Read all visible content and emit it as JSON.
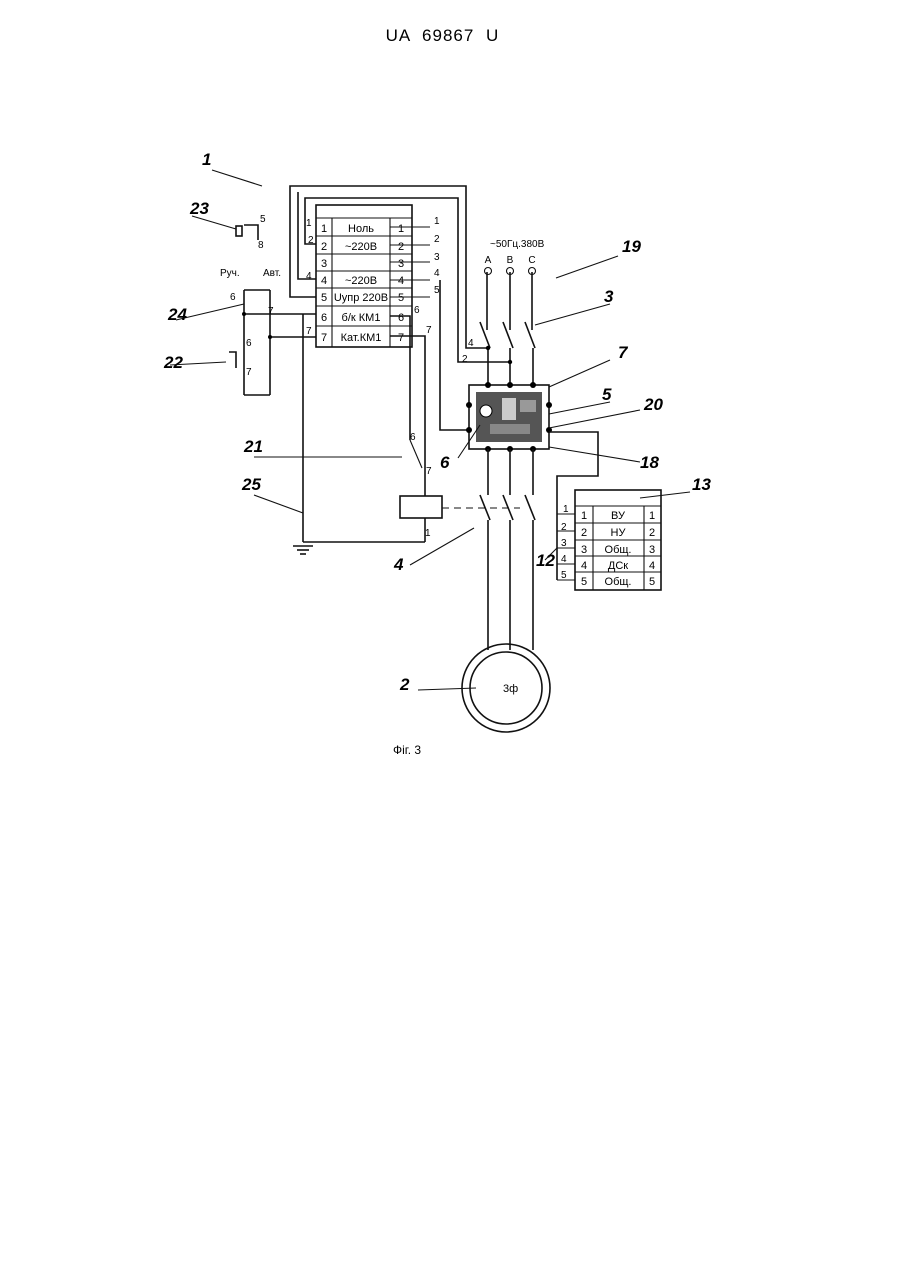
{
  "page": {
    "document_id": "UA   69867   U",
    "figure_caption": "Фіг. 3"
  },
  "refs": [
    "1",
    "23",
    "22",
    "24",
    "21",
    "25",
    "19",
    "3",
    "7",
    "5",
    "20",
    "6",
    "18",
    "13",
    "12",
    "4",
    "2"
  ],
  "supply_label": "~50Гц.380В",
  "phases": [
    "A",
    "B",
    "C"
  ],
  "motor_label": "3ф",
  "switch_labels": {
    "manual": "Руч.",
    "auto": "Авт."
  },
  "terminal_block": {
    "rows": [
      {
        "left": "1",
        "name": "Ноль",
        "right": "1"
      },
      {
        "left": "2",
        "name": "~220В",
        "right": "2"
      },
      {
        "left": "3",
        "name": "",
        "right": "3"
      },
      {
        "left": "4",
        "name": "~220В",
        "right": "4"
      },
      {
        "left": "5",
        "name": "Uупр 220В",
        "right": "5"
      },
      {
        "left": "6",
        "name": "б/к КМ1",
        "right": "6"
      },
      {
        "left": "7",
        "name": "Кат.КМ1",
        "right": "7"
      }
    ]
  },
  "signal_block": {
    "rows": [
      {
        "left": "1",
        "name": "ВУ",
        "right": "1"
      },
      {
        "left": "2",
        "name": "НУ",
        "right": "2"
      },
      {
        "left": "3",
        "name": "Общ.",
        "right": "3"
      },
      {
        "left": "4",
        "name": "ДСк",
        "right": "4"
      },
      {
        "left": "5",
        "name": "Общ.",
        "right": "5"
      }
    ]
  },
  "wire_numbers": {
    "left_block": [
      "1",
      "2",
      "4",
      "7"
    ],
    "right_block": [
      "1",
      "2",
      "3",
      "4",
      "5"
    ],
    "contactor": [
      "6",
      "7",
      "1"
    ],
    "switch_contacts": [
      "5",
      "8",
      "6",
      "7",
      "6",
      "7"
    ],
    "relay_leads": [
      "4",
      "2"
    ],
    "signal_leads": [
      "1",
      "2",
      "3",
      "4",
      "5"
    ]
  }
}
